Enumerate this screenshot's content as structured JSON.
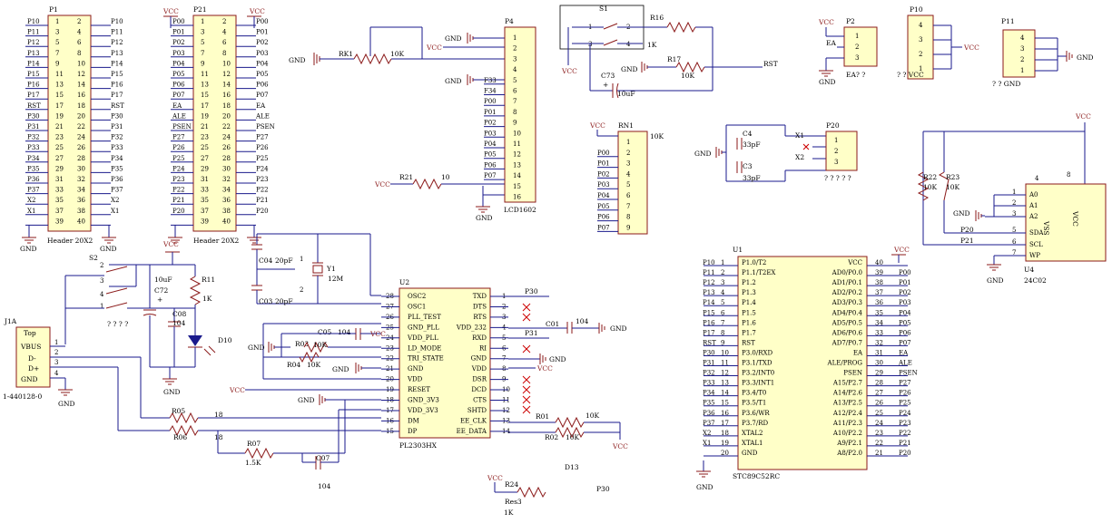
{
  "labels": {
    "vcc": "VCC",
    "gnd": "GND",
    "hdr1_name": "P1",
    "hdr1_type": "Header 20X2",
    "hdr1_left": [
      "P10",
      "P11",
      "P12",
      "P13",
      "P14",
      "P15",
      "P16",
      "P17",
      "RST",
      "P30",
      "P31",
      "P32",
      "P33",
      "P34",
      "P35",
      "P36",
      "P37",
      "X2",
      "X1",
      ""
    ],
    "hdr1_right": [
      "P10",
      "P11",
      "P12",
      "P13",
      "P14",
      "P15",
      "P16",
      "P17",
      "RST",
      "P30",
      "P31",
      "P32",
      "P33",
      "P34",
      "P35",
      "P36",
      "P37",
      "X2",
      "X1",
      ""
    ],
    "hdr2_name": "P21",
    "hdr2_type": "Header 20X2",
    "hdr2_left": [
      "P00",
      "P01",
      "P02",
      "P03",
      "P04",
      "P05",
      "P06",
      "P07",
      "EA",
      "ALE",
      "PSEN",
      "P27",
      "P26",
      "P25",
      "P24",
      "P23",
      "P22",
      "P21",
      "P20",
      ""
    ],
    "hdr2_right": [
      "P00",
      "P01",
      "P02",
      "P03",
      "P04",
      "P05",
      "P06",
      "P07",
      "EA",
      "ALE",
      "PSEN",
      "P27",
      "P26",
      "P25",
      "P24",
      "P23",
      "P22",
      "P21",
      "P20",
      ""
    ],
    "p4_name": "P4",
    "p4_type": "LCD1602",
    "p4_labels": [
      "",
      "",
      "",
      "",
      "F33",
      "F34",
      "P00",
      "P01",
      "P02",
      "P03",
      "P04",
      "P05",
      "P06",
      "P07",
      "",
      ""
    ],
    "rk1": "RK1",
    "rk1_val": "10K",
    "r21": "R21",
    "r21_val": "10",
    "s1": "S1",
    "r16": "R16",
    "r16_val": "1K",
    "r17": "R17",
    "r17_val": "10K",
    "c73": "C73",
    "c73_val": "10uF",
    "rst": "RST",
    "p2": "P2",
    "p2_ea": "EA",
    "p2_type": "EA? ?",
    "p10": "P10",
    "p10_type": "? ? VCC",
    "p11": "P11",
    "p11_type": "? ? GND",
    "rn1": "RN1",
    "rn1_val": "10K",
    "rn1_labels": [
      "P00",
      "P01",
      "P02",
      "P03",
      "P04",
      "P05",
      "P06",
      "P07"
    ],
    "c4": "C4",
    "c4_val": "33pF",
    "c3": "C3",
    "c3_val": "33pF",
    "x1": "X1",
    "x2": "X2",
    "p20": "P20",
    "p20_type": "? ? ? ? ?",
    "r22": "R22",
    "r22_val": "10K",
    "r23": "R23",
    "r23_val": "10K",
    "u4": "U4",
    "u4_type": "24C02",
    "u4_left": [
      "A0",
      "A1",
      "A2",
      "SDA",
      "SCL",
      "WP"
    ],
    "u4_vss": "VSS",
    "u4_vcc": "VCC",
    "net_p20": "P20",
    "net_p21": "P21",
    "s2": "S2",
    "s2_q": "? ? ? ?",
    "c72": "C72",
    "c72_val": "10uF",
    "c08": "C08",
    "c08_val": "104",
    "r11": "R11",
    "r11_val": "1K",
    "d10": "D10",
    "j1a": "J1A",
    "j1a_hdr": "Top",
    "j1a_type": "1-440128-0",
    "j1a_pins": [
      "VBUS",
      "D-",
      "D+",
      "GND"
    ],
    "c04": "C04",
    "c04_val": "20pF",
    "c03": "C03",
    "c03_val": "20pF",
    "y1": "Y1",
    "y1_val": "12M",
    "c05": "C05",
    "c05_val": "104",
    "r03": "R03",
    "r03_val": "10K",
    "r04": "R04",
    "r04_val": "10K",
    "r05": "R05",
    "r05_val": "18",
    "r06": "R06",
    "r06_val": "18",
    "r07": "R07",
    "r07_val": "1.5K",
    "c07": "C07",
    "c07_val": "104",
    "u2": "U2",
    "u2_type": "PL2303HX",
    "u2_left": [
      "OSC2",
      "OSC1",
      "PLL_TEST",
      "GND_PLL",
      "VDD_PLL",
      "LD_MODE",
      "TRI_STATE",
      "GND",
      "VDD",
      "RESET",
      "GND_3V3",
      "VDD_3V3",
      "DM",
      "DP"
    ],
    "u2_right": [
      "TXD",
      "DTS",
      "RTS",
      "VDD_232",
      "RXD",
      "RI",
      "GND",
      "VDD",
      "DSR",
      "DCD",
      "CTS",
      "SHTD",
      "EE_CLK",
      "EE_DATA"
    ],
    "p30": "P30",
    "p31": "P31",
    "c01": "C01",
    "c01_val": "104",
    "r01": "R01",
    "r01_val": "10K",
    "r02": "R02",
    "r02_val": "10K",
    "d13": "D13",
    "p30b": "P30",
    "r24": "R24",
    "r24_type": "Res3",
    "r24_val": "1K",
    "u1": "U1",
    "u1_type": "STC89C52RC",
    "u1_left": [
      "P1.0/T2",
      "P1.1/T2EX",
      "P1.2",
      "P1.3",
      "P1.4",
      "P1.5",
      "P1.6",
      "P1.7",
      "RST",
      "P3.0/RXD",
      "P3.1/TXD",
      "P3.2/INT0",
      "P3.3/INT1",
      "P3.4/T0",
      "P3.5/T1",
      "P3.6/WR",
      "P3.7/RD",
      "XTAL2",
      "XTAL1",
      "GND"
    ],
    "u1_right": [
      "VCC",
      "AD0/P0.0",
      "AD1/P0.1",
      "AD2/P0.2",
      "AD3/P0.3",
      "AD4/P0.4",
      "AD5/P0.5",
      "AD6/P0.6",
      "AD7/P0.7",
      "EA",
      "ALE/PROG",
      "PSEN",
      "A15/P2.7",
      "A14/P2.6",
      "A13/P2.5",
      "A12/P2.4",
      "A11/P2.3",
      "A10/P2.2",
      "A9/P2.1",
      "A8/P2.0"
    ],
    "u1_lnets": [
      "P10",
      "P11",
      "P12",
      "P13",
      "P14",
      "P15",
      "P16",
      "P17",
      "RST",
      "P30",
      "P31",
      "P32",
      "P33",
      "P34",
      "P35",
      "P36",
      "P37",
      "X2",
      "X1",
      ""
    ],
    "u1_rnets": [
      "",
      "P00",
      "P01",
      "P02",
      "P03",
      "P04",
      "P05",
      "P06",
      "P07",
      "EA",
      "ALE",
      "PSEN",
      "P27",
      "P26",
      "P25",
      "P24",
      "P23",
      "P22",
      "P21",
      "P20"
    ]
  }
}
